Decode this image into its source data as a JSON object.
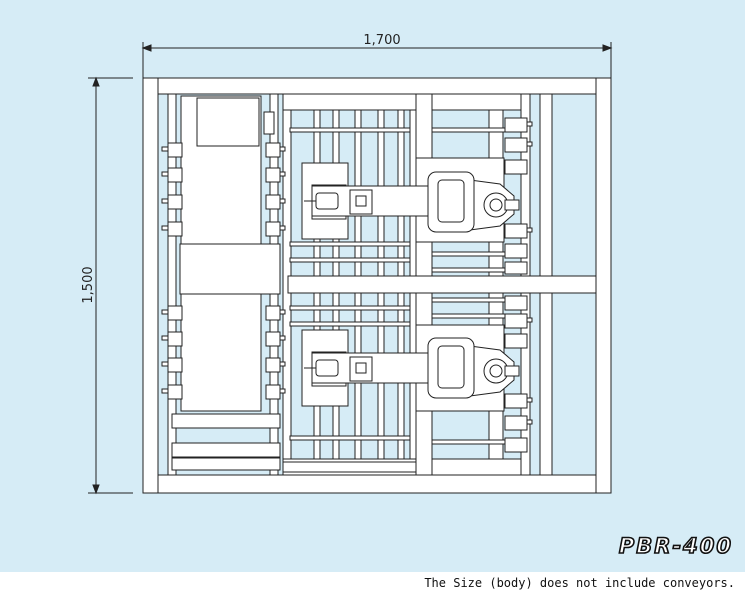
{
  "dimensions": {
    "width_label": "1,700",
    "height_label": "1,500"
  },
  "model": "PBR-400",
  "footnote": "The Size (body) does not include conveyors.",
  "colors": {
    "background": "#d6ecf6",
    "line": "#222222",
    "fill": "#ffffff"
  }
}
